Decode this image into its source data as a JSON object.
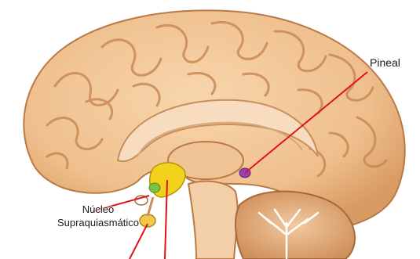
{
  "labels": {
    "pineal": "Pineal",
    "nucleo_line1": "Núcleo",
    "nucleo_line2": "Supraquiasmático"
  },
  "colors": {
    "brain_fill": "#f2c79a",
    "brain_dark": "#c98f5a",
    "brain_shadow": "#a86a3a",
    "callosum": "#f6dcc0",
    "pointer": "#e0121b",
    "pineal_gland": "#9b3fb0",
    "hypothalamus": "#f2d21b",
    "scn": "#7cc242",
    "cerebellum": "#e9b486",
    "background": "#ffffff"
  },
  "structures": [
    "cerebral-cortex",
    "corpus-callosum",
    "thalamus",
    "hypothalamus",
    "pineal-gland",
    "suprachiasmatic-nucleus",
    "pituitary-gland",
    "brainstem",
    "cerebellum"
  ]
}
